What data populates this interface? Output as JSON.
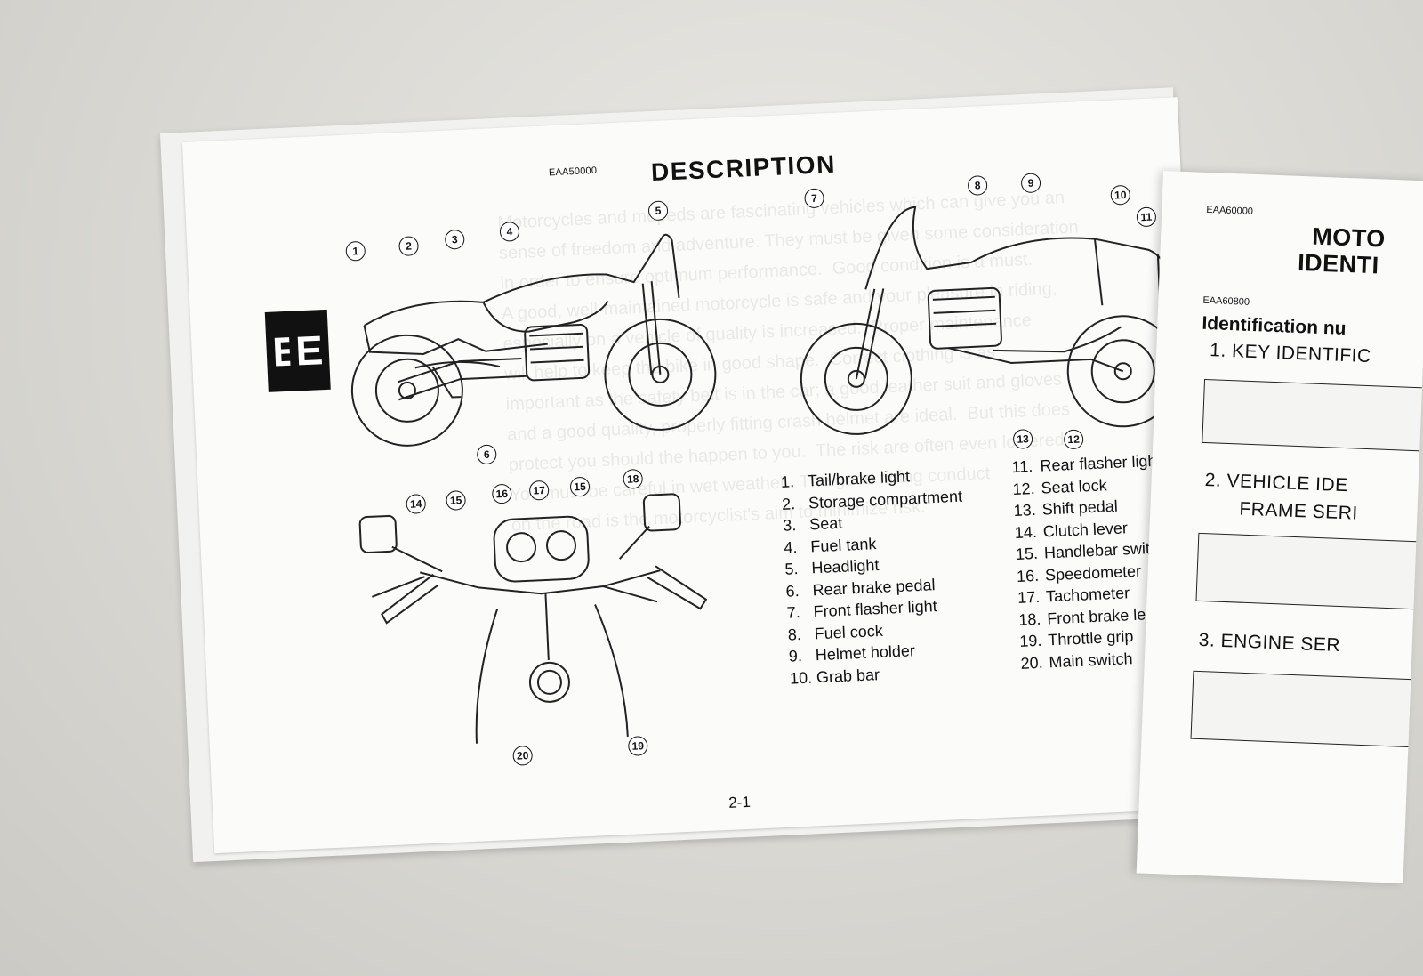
{
  "left_page": {
    "code": "EAA50000",
    "title": "DESCRIPTION",
    "tab_letters": [
      "E",
      "E"
    ],
    "page_number": "2-1",
    "callouts_side_left": [
      "1",
      "2",
      "3",
      "4",
      "5",
      "6"
    ],
    "callouts_side_right": [
      "7",
      "8",
      "9",
      "10",
      "11",
      "12",
      "13"
    ],
    "callouts_handlebar": [
      "14",
      "15",
      "16",
      "17",
      "15",
      "18",
      "19",
      "20"
    ],
    "legend_col1": [
      {
        "n": "1.",
        "label": "Tail/brake light"
      },
      {
        "n": "2.",
        "label": "Storage compartment"
      },
      {
        "n": "3.",
        "label": "Seat"
      },
      {
        "n": "4.",
        "label": "Fuel tank"
      },
      {
        "n": "5.",
        "label": "Headlight"
      },
      {
        "n": "6.",
        "label": "Rear brake pedal"
      },
      {
        "n": "7.",
        "label": "Front flasher light"
      },
      {
        "n": "8.",
        "label": "Fuel cock"
      },
      {
        "n": "9.",
        "label": "Helmet holder"
      },
      {
        "n": "10.",
        "label": "Grab bar"
      }
    ],
    "legend_col2": [
      {
        "n": "11.",
        "label": "Rear flasher light"
      },
      {
        "n": "12.",
        "label": "Seat lock"
      },
      {
        "n": "13.",
        "label": "Shift pedal"
      },
      {
        "n": "14.",
        "label": "Clutch lever"
      },
      {
        "n": "15.",
        "label": "Handlebar switch"
      },
      {
        "n": "16.",
        "label": "Speedometer"
      },
      {
        "n": "17.",
        "label": "Tachometer"
      },
      {
        "n": "18.",
        "label": "Front brake lever"
      },
      {
        "n": "19.",
        "label": "Throttle grip"
      },
      {
        "n": "20.",
        "label": "Main switch"
      }
    ]
  },
  "right_page": {
    "code1": "EAA60000",
    "title_line1": "MOTO",
    "title_line2": "IDENTI",
    "code2": "EAA60800",
    "subtitle": "Identification nu",
    "item1": "1.  KEY IDENTIFIC",
    "item2_line1": "2.  VEHICLE IDE",
    "item2_line2": "FRAME SERI",
    "item3": "3.  ENGINE SER"
  }
}
